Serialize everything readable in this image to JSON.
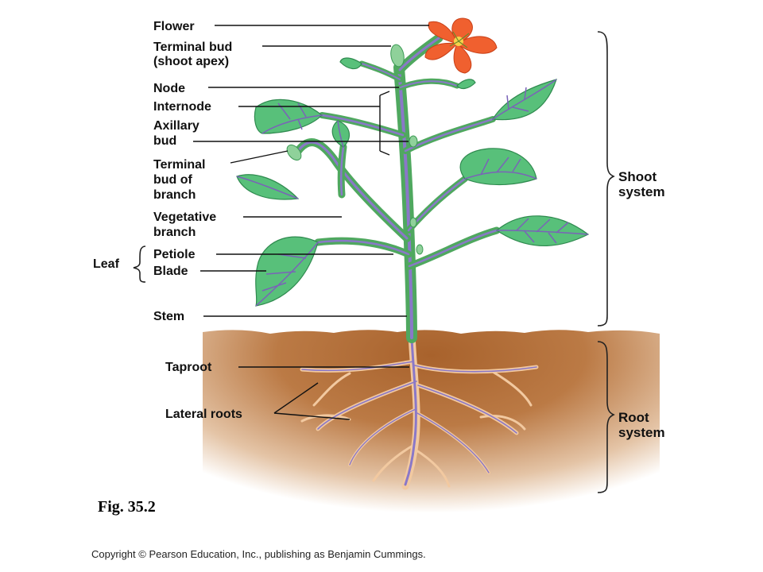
{
  "labels": {
    "flower": "Flower",
    "terminal_bud_line1": "Terminal bud",
    "terminal_bud_line2": "(shoot apex)",
    "node": "Node",
    "internode": "Internode",
    "axillary_line1": "Axillary",
    "axillary_line2": "bud",
    "terminal_branch_line1": "Terminal",
    "terminal_branch_line2": "bud of",
    "terminal_branch_line3": "branch",
    "vegetative_line1": "Vegetative",
    "vegetative_line2": "branch",
    "leaf": "Leaf",
    "petiole": "Petiole",
    "blade": "Blade",
    "stem": "Stem",
    "taproot": "Taproot",
    "lateral_roots": "Lateral roots"
  },
  "systems": {
    "shoot_line1": "Shoot",
    "shoot_line2": "system",
    "root_line1": "Root",
    "root_line2": "system"
  },
  "figure_label": "Fig. 35.2",
  "copyright": "Copyright © Pearson Education, Inc., publishing as Benjamin Cummings.",
  "colors": {
    "leaf": "#58c07a",
    "vein": "#7a63b8",
    "flower": "#f0602f",
    "soil": "#b2703a",
    "root": "#f2c9a0"
  }
}
